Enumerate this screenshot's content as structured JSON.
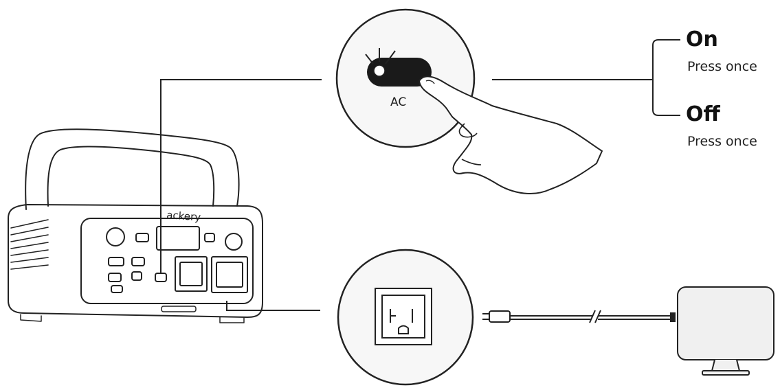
{
  "diagram": {
    "ac_button_label": "AC",
    "brand_text": "ackery",
    "states": [
      {
        "state": "On",
        "instruction": "Press once"
      },
      {
        "state": "Off",
        "instruction": "Press once"
      }
    ]
  },
  "colors": {
    "stroke": "#222222",
    "text": "#111111",
    "led_glow": "#ffffff",
    "button_fill": "#1a1a1a",
    "circle_fill": "#f7f7f7",
    "monitor_fill": "#f0f0f0"
  },
  "icons": [
    "power-station-icon",
    "ac-button-icon",
    "led-indicator-icon",
    "finger-press-icon",
    "ac-outlet-icon",
    "power-plug-icon",
    "power-cord-icon",
    "monitor-icon"
  ]
}
